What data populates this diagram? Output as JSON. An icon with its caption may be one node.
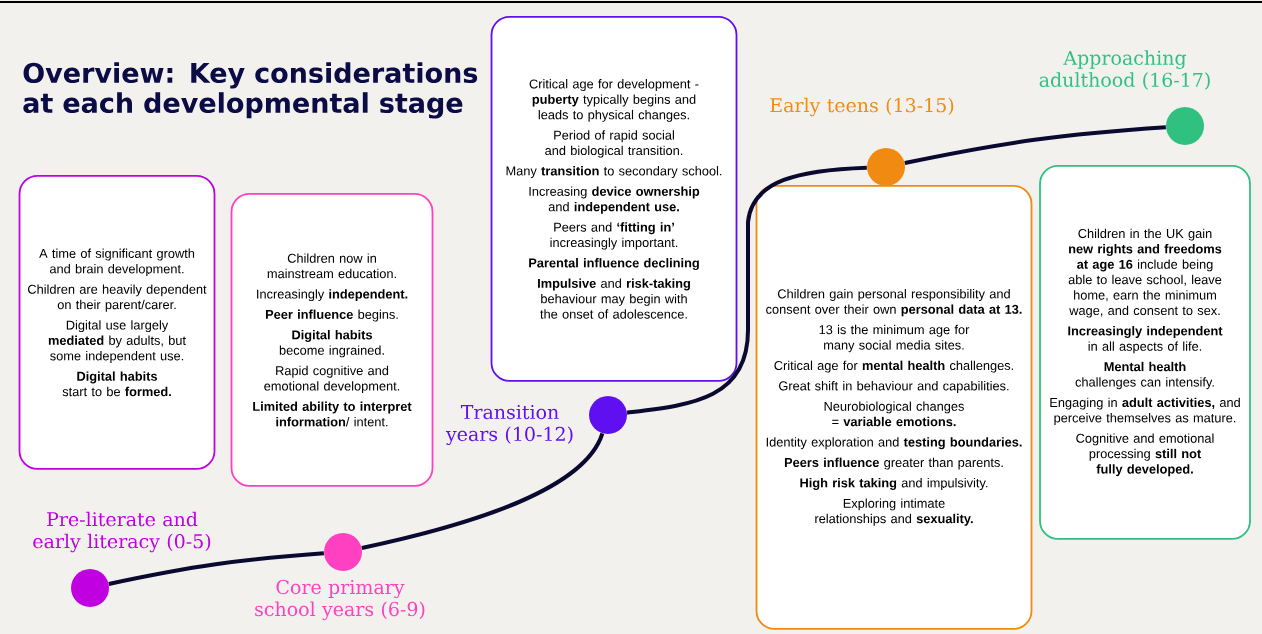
{
  "diagram": {
    "title": "Overview: Key considerations at each developmental stage",
    "nodes": [
      {
        "text": [],
        "shape": "circle",
        "beside": [
          "Pre-literate and early literacy (0-5)"
        ]
      },
      {
        "text": [],
        "shape": "circle",
        "beside": [
          "Core primary school years (6-9)"
        ]
      },
      {
        "text": [],
        "shape": "circle",
        "beside": [
          "Transition years (10-12)"
        ]
      },
      {
        "text": [],
        "shape": "circle",
        "beside": [
          "Early teens (13-15)"
        ]
      },
      {
        "text": [],
        "shape": "circle",
        "beside": [
          "Approaching adulthood (16-17)"
        ]
      },
      {
        "text": [
          "A time of significant growth and brain development.",
          "Children are heavily dependent on their parent/carer.",
          "Digital use largely **mediated** by adults, but some independent use.",
          "**Digital habits** start to be **formed.**"
        ]
      },
      {
        "text": [
          "Children now in mainstream education.",
          "Increasingly **independent.**",
          "**Peer influence** begins.",
          "**Digital habits** become ingrained.",
          "Rapid cognitive and emotional development.",
          "**Limited ability to interpret information**/ intent."
        ]
      },
      {
        "text": [
          "Critical age for development - **puberty** typically begins and leads to physical changes.",
          "Period of rapid social and biological transition.",
          "Many **transition** to secondary school.",
          "Increasing **device ownership** and **independent use.**",
          "Peers and **‘fitting in’** increasingly important.",
          "**Parental influence declining**",
          "**Impulsive** and **risk-taking** behaviour may begin with the onset of adolescence."
        ]
      },
      {
        "text": [
          "Children gain personal responsibility and consent over their own **personal data at 13.**",
          "13 is the minimum age for many social media sites.",
          "Critical age for **mental health** challenges.",
          "Great shift in behaviour and capabilities.",
          "Neurobiological changes = **variable emotions.**",
          "Identity exploration and **testing boundaries.**",
          "**Peers influence** greater than parents.",
          "**High risk taking** and impulsivity.",
          "Exploring intimate relationships and **sexuality.**"
        ]
      },
      {
        "text": [
          "Children in the UK gain **new rights and freedoms at age 16** include being able to leave school, leave home, earn the minimum wage, and consent to sex.",
          "**Increasingly independent** in all aspects of life.",
          "**Mental health** challenges can intensify.",
          "Engaging in **adult activities,** and perceive themselves as mature.",
          "Cognitive and emotional processing **still not fully developed.**"
        ]
      }
    ],
    "edges": [
      {
        "from": 0,
        "to": 1,
        "arrow": "none"
      },
      {
        "from": 1,
        "to": 2,
        "arrow": "none"
      },
      {
        "from": 2,
        "to": 3,
        "arrow": "none"
      },
      {
        "from": 3,
        "to": 4,
        "arrow": "none"
      }
    ]
  }
}
